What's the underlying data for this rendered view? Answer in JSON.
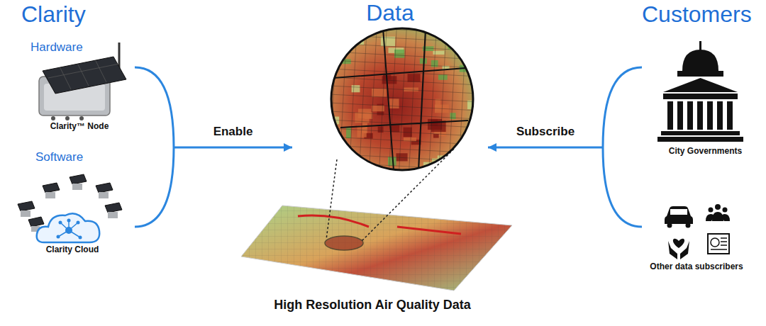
{
  "diagram": {
    "caption": "High Resolution Air Quality Data",
    "nodes": [
      {
        "text": [
          "Clarity"
        ]
      },
      {
        "text": [
          "Hardware",
          "Clarity™ Node"
        ],
        "in": 0
      },
      {
        "text": [
          "Software",
          "Clarity Cloud"
        ],
        "in": 0
      },
      {
        "text": [
          "Data"
        ]
      },
      {
        "text": [
          "Customers"
        ]
      },
      {
        "text": [
          "City Governments"
        ],
        "in": 4
      },
      {
        "text": [
          "Other data subscribers"
        ],
        "in": 4
      }
    ],
    "edges": [
      {
        "from": 0,
        "to": 3,
        "label": "Enable",
        "arrow": "to"
      },
      {
        "from": 4,
        "to": 3,
        "label": "Subscribe",
        "arrow": "to"
      }
    ]
  }
}
